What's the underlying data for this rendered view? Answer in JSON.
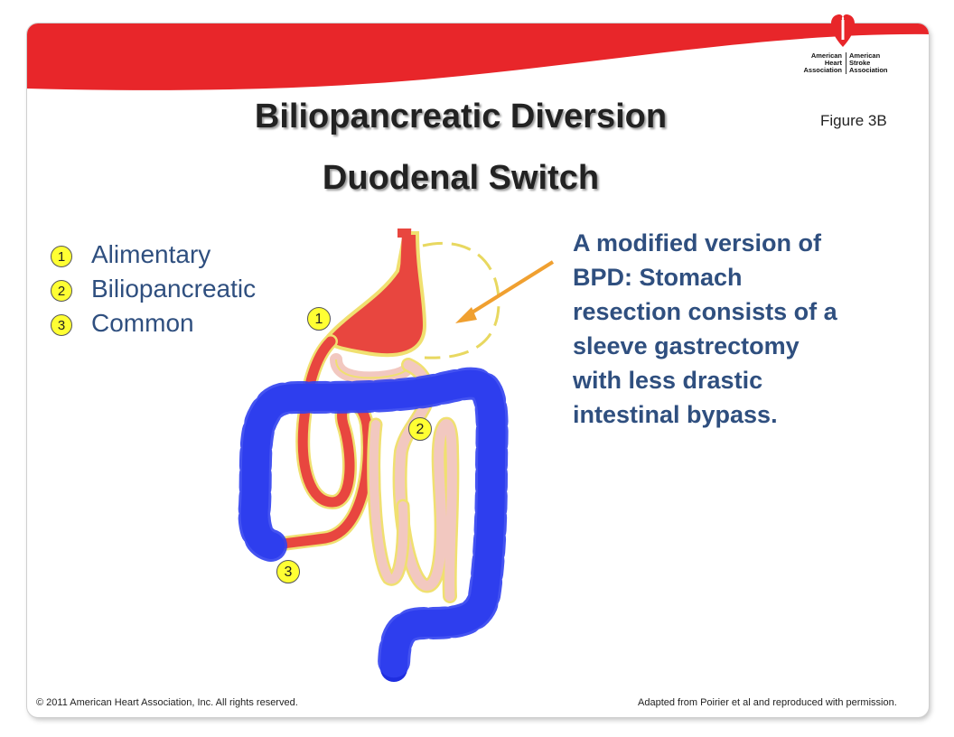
{
  "logo": {
    "left_text": [
      "American",
      "Heart",
      "Association"
    ],
    "right_text": [
      "American",
      "Stroke",
      "Association"
    ]
  },
  "title": {
    "line1": "Biliopancreatic Diversion",
    "line2": "Duodenal Switch"
  },
  "figure_label": "Figure 3B",
  "legend": [
    {
      "number": "1",
      "label": "Alimentary"
    },
    {
      "number": "2",
      "label": "Biliopancreatic"
    },
    {
      "number": "3",
      "label": "Common"
    }
  ],
  "diagram_markers": [
    "1",
    "2",
    "3"
  ],
  "description": "A modified version of BPD: Stomach resection consists of a sleeve gastrectomy with less drastic intestinal bypass.",
  "footer": {
    "copyright": "© 2011 American Heart Association, Inc. All rights reserved.",
    "attribution": "Adapted from Poirier et al and reproduced with permission."
  },
  "colors": {
    "brand_red": "#e8262a",
    "title_text": "#222222",
    "body_text": "#2f4f7f",
    "marker_fill": "#ffff33",
    "colon_blue": "#1f2ee0",
    "alimentary_red": "#e8463f",
    "bile_pink": "#f2c8c0",
    "arrow_orange": "#f0a030"
  }
}
